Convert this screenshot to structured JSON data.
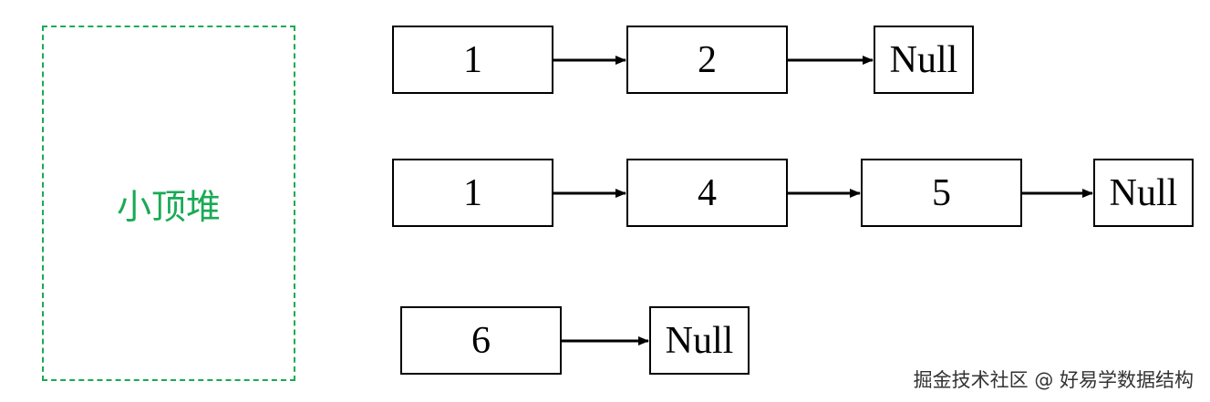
{
  "heap": {
    "label": "小顶堆",
    "color": "#1aaa55"
  },
  "lists": [
    {
      "nodes": [
        "1",
        "2",
        "Null"
      ]
    },
    {
      "nodes": [
        "1",
        "4",
        "5",
        "Null"
      ]
    },
    {
      "nodes": [
        "6",
        "Null"
      ]
    }
  ],
  "watermark": "掘金技术社区 @ 好易学数据结构"
}
